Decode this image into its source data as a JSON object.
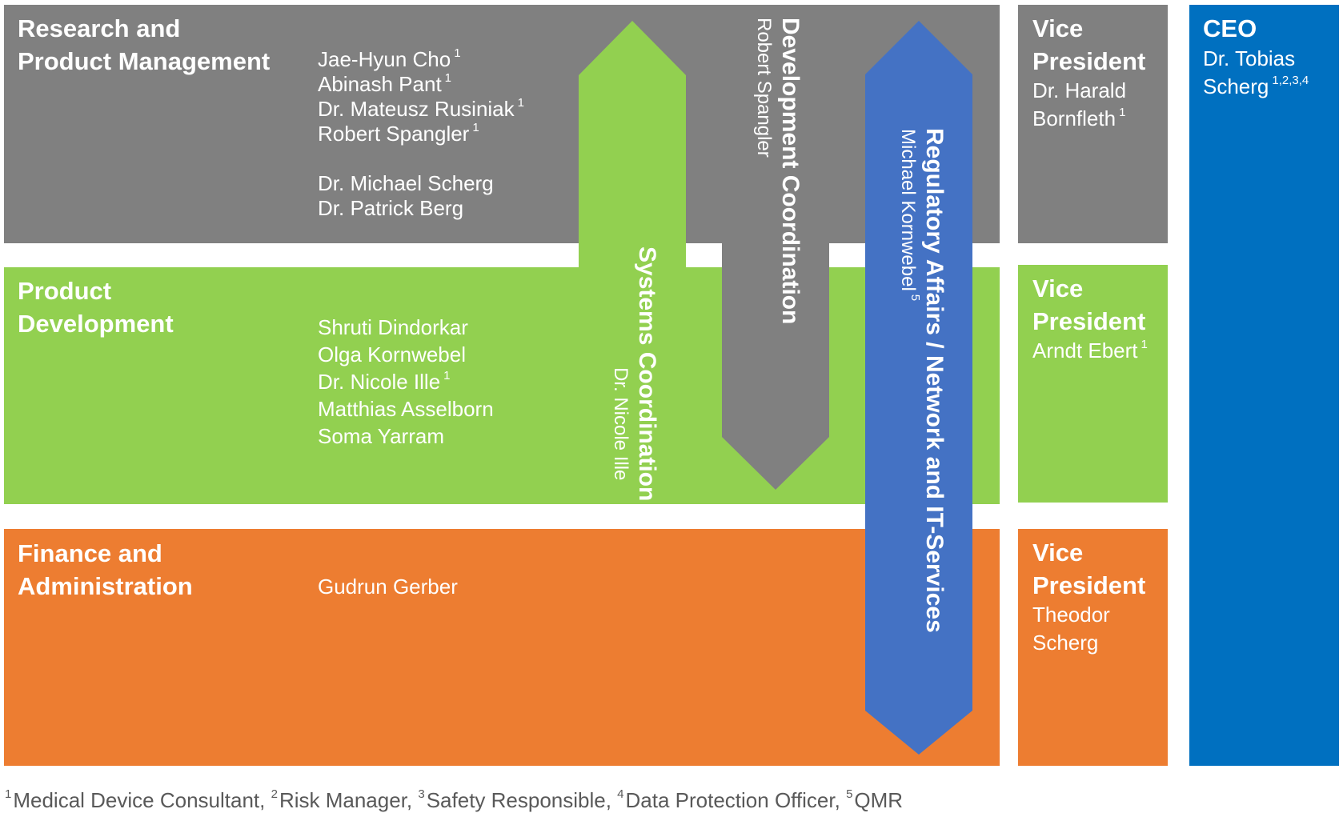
{
  "departments": {
    "research": {
      "title_line1": "Research and",
      "title_line2": "Product Management",
      "members": [
        {
          "name": "Jae-Hyun Cho",
          "sup": "1"
        },
        {
          "name": "Abinash Pant",
          "sup": "1"
        },
        {
          "name": "Dr. Mateusz Rusiniak",
          "sup": "1"
        },
        {
          "name": "Robert Spangler",
          "sup": "1"
        },
        {
          "name": "Dr. Michael Scherg",
          "sup": ""
        },
        {
          "name": "Dr. Patrick Berg",
          "sup": ""
        }
      ]
    },
    "product_dev": {
      "title_line1": "Product",
      "title_line2": "Development",
      "members": [
        {
          "name": "Shruti Dindorkar",
          "sup": ""
        },
        {
          "name": "Olga Kornwebel",
          "sup": ""
        },
        {
          "name": "Dr. Nicole Ille",
          "sup": "1"
        },
        {
          "name": "Matthias Asselborn",
          "sup": ""
        },
        {
          "name": "Soma Yarram",
          "sup": ""
        }
      ]
    },
    "finance": {
      "title_line1": "Finance and",
      "title_line2": "Administration",
      "members": [
        {
          "name": "Gudrun Gerber",
          "sup": ""
        }
      ]
    }
  },
  "vice_presidents": {
    "research": {
      "title_line1": "Vice",
      "title_line2": "President",
      "name_line1": "Dr. Harald",
      "name_line2": "Bornfleth",
      "sup": "1"
    },
    "product_dev": {
      "title_line1": "Vice",
      "title_line2": "President",
      "name_line1": "Arndt Ebert",
      "name_line2": "",
      "sup": "1"
    },
    "finance": {
      "title_line1": "Vice",
      "title_line2": "President",
      "name_line1": "Theodor",
      "name_line2": "Scherg",
      "sup": ""
    }
  },
  "ceo": {
    "title": "CEO",
    "name_line1": "Dr. Tobias",
    "name_line2": "Scherg",
    "sup": "1,2,3,4"
  },
  "arrows": {
    "systems": {
      "title": "Systems Coordination",
      "lead": "Dr. Nicole Ille",
      "color": "#92d050",
      "direction": "up"
    },
    "development": {
      "title": "Development Coordination",
      "lead": "Robert Spangler",
      "color": "#808080",
      "direction": "down"
    },
    "regulatory": {
      "title": "Regulatory Affairs / Network and IT-Services",
      "lead": "Michael Kornwebel",
      "lead_sup": "5",
      "color": "#4472c4",
      "direction": "both"
    }
  },
  "footnote": {
    "items": [
      {
        "sup": "1",
        "text": "Medical Device Consultant, "
      },
      {
        "sup": "2",
        "text": "Risk Manager, "
      },
      {
        "sup": "3",
        "text": "Safety Responsible, "
      },
      {
        "sup": "4",
        "text": "Data Protection Officer, "
      },
      {
        "sup": "5",
        "text": "QMR"
      }
    ]
  },
  "colors": {
    "gray": "#808080",
    "green": "#92d050",
    "orange": "#ed7d31",
    "blue_ceo": "#0070c0",
    "blue_arrow": "#4472c4"
  }
}
